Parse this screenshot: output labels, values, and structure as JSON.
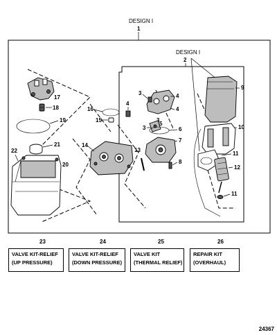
{
  "design_labels": {
    "outer": "DESIGN I",
    "inner": "DESIGN I"
  },
  "callouts": {
    "c1": "1",
    "c2": "2",
    "c3a": "3",
    "c3b": "3",
    "c3c": "3",
    "c4a": "4",
    "c4b": "4",
    "c4c": "4",
    "c5": "5",
    "c6": "6",
    "c7": "7",
    "c8": "8",
    "c9": "9",
    "c10": "10",
    "c11a": "11",
    "c11b": "11",
    "c12": "12",
    "c13": "13",
    "c14": "14",
    "c15": "15",
    "c16": "16",
    "c17": "17",
    "c18": "18",
    "c19": "19",
    "c20": "20",
    "c21": "21",
    "c22": "22"
  },
  "kits": [
    {
      "number": "23",
      "line1": "VALVE KIT-RELIEF",
      "line2": "(UP PRESSURE)"
    },
    {
      "number": "24",
      "line1": "VALVE KIT-RELIEF",
      "line2": "(DOWN PRESSURE)"
    },
    {
      "number": "25",
      "line1": "VALVE KIT",
      "line2": "(THERMAL RELIEF)"
    },
    {
      "number": "26",
      "line1": "REPAIR KIT",
      "line2": "(OVERHAUL)"
    }
  ],
  "drawing_code": "24367"
}
